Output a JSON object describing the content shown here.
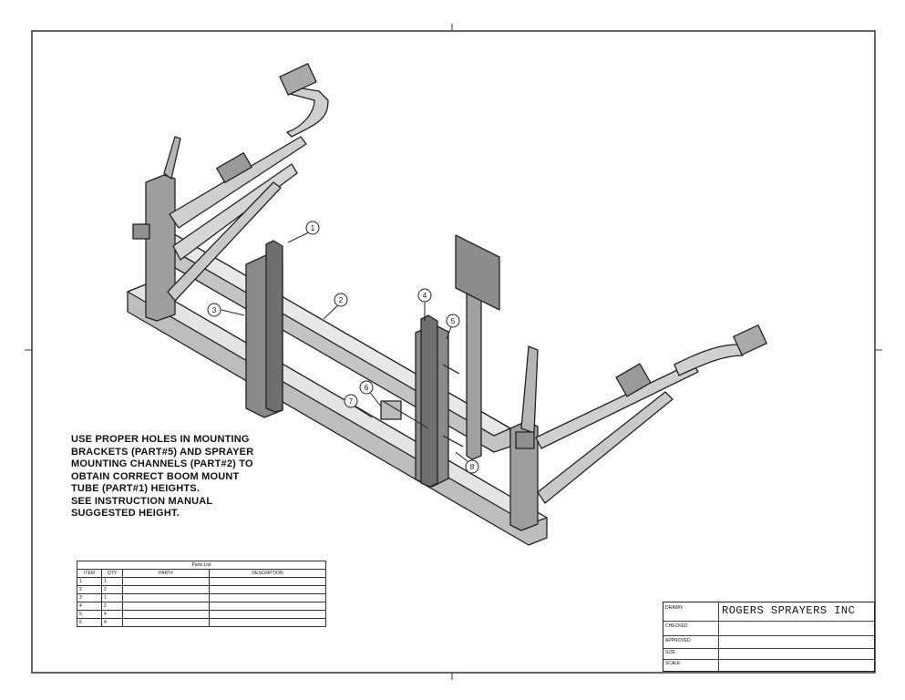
{
  "note_lines": [
    "USE PROPER HOLES IN MOUNTING",
    "BRACKETS (PART#5) AND SPRAYER",
    "MOUNTING CHANNELS (PART#2) TO",
    "OBTAIN CORRECT BOOM MOUNT",
    "TUBE (PART#1) HEIGHTS.",
    "SEE INSTRUCTION MANUAL",
    "SUGGESTED HEIGHT."
  ],
  "balloons": [
    "1",
    "2",
    "3",
    "4",
    "5",
    "6",
    "7",
    "8"
  ],
  "parts_list": {
    "caption": "Parts List",
    "headers": [
      "ITEM",
      "QTY",
      "PART#",
      "DESCRIPTION"
    ],
    "rows": [
      {
        "item": "1",
        "qty": "1",
        "part": "",
        "desc": ""
      },
      {
        "item": "2",
        "qty": "2",
        "part": "",
        "desc": ""
      },
      {
        "item": "3",
        "qty": "1",
        "part": "",
        "desc": ""
      },
      {
        "item": "4",
        "qty": "2",
        "part": "",
        "desc": ""
      },
      {
        "item": "5",
        "qty": "4",
        "part": "",
        "desc": ""
      },
      {
        "item": "6",
        "qty": "4",
        "part": "",
        "desc": ""
      }
    ]
  },
  "title_block": {
    "company": "ROGERS SPRAYERS INC",
    "row_labels": [
      "DRAWN",
      "CHECKED",
      "APPROVED",
      "SIZE",
      "SCALE"
    ],
    "title": "",
    "size": "",
    "sheet": ""
  }
}
